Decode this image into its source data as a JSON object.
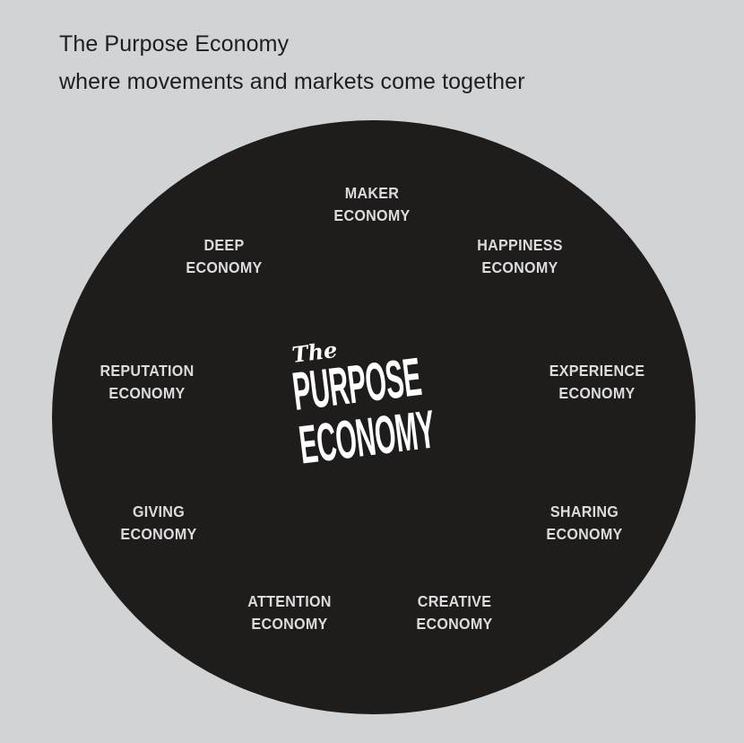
{
  "heading": {
    "title": "The Purpose Economy",
    "subtitle": "where movements and markets come together"
  },
  "center": {
    "the": "The",
    "line1": "PURPOSE",
    "line2": "ECONOMY"
  },
  "economies": [
    {
      "line1": "MAKER",
      "line2": "ECONOMY"
    },
    {
      "line1": "HAPPINESS",
      "line2": "ECONOMY"
    },
    {
      "line1": "EXPERIENCE",
      "line2": "ECONOMY"
    },
    {
      "line1": "SHARING",
      "line2": "ECONOMY"
    },
    {
      "line1": "CREATIVE",
      "line2": "ECONOMY"
    },
    {
      "line1": "ATTENTION",
      "line2": "ECONOMY"
    },
    {
      "line1": "GIVING",
      "line2": "ECONOMY"
    },
    {
      "line1": "REPUTATION",
      "line2": "ECONOMY"
    },
    {
      "line1": "DEEP",
      "line2": "ECONOMY"
    }
  ],
  "colors": {
    "background": "#d2d3d5",
    "disc": "#1f1c1c",
    "label_text": "#dcdcdc",
    "center_text": "#ffffff"
  }
}
